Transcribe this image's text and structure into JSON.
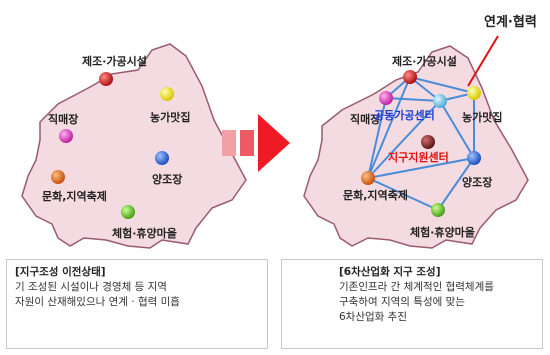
{
  "before": {
    "nodes": [
      {
        "label": "제조·가공시설",
        "color": "#cc1f1f"
      },
      {
        "label": "농가맛집",
        "color": "#e5e024"
      },
      {
        "label": "직매장",
        "color": "#e040c0"
      },
      {
        "label": "양조장",
        "color": "#2f6fd6"
      },
      {
        "label": "문화,지역축제",
        "color": "#e06a1c"
      },
      {
        "label": "체험·휴양마을",
        "color": "#6cc230"
      }
    ],
    "caption": {
      "title": "[지구조성 이전상태]",
      "lines": [
        "기 조성된 시설이나 경영체 등 지역",
        "자원이 산재해있으나 연계 · 협력 미흡"
      ]
    }
  },
  "after": {
    "nodes": [
      {
        "label": "제조·가공시설",
        "color": "#cc1f1f"
      },
      {
        "label": "농가맛집",
        "color": "#e5e024"
      },
      {
        "label": "직매장",
        "color": "#e040c0"
      },
      {
        "label": "양조장",
        "color": "#2f6fd6"
      },
      {
        "label": "문화,지역축제",
        "color": "#e06a1c"
      },
      {
        "label": "체험·휴양마을",
        "color": "#6cc230"
      }
    ],
    "hubs": [
      {
        "label": "공동가공센터",
        "color": "#7fc8e8",
        "text_color": "#1f3fd0"
      },
      {
        "label": "지구지원센터",
        "color": "#8a2a2a",
        "text_color": "#e01010"
      }
    ],
    "callout": "연계·협력",
    "caption": {
      "title": "[6차산업화 지구 조성]",
      "lines": [
        "기존인프라 간 체계적인 협력체계를",
        "구축하여 지역의 특성에 맞는",
        "6차산업화 추진"
      ]
    }
  },
  "colors": {
    "region_fill": "#f4dbe2",
    "region_stroke": "#9a5a72",
    "arrow": "#ee1b24",
    "link": "#4a8cd8",
    "callout": "#e01010"
  }
}
